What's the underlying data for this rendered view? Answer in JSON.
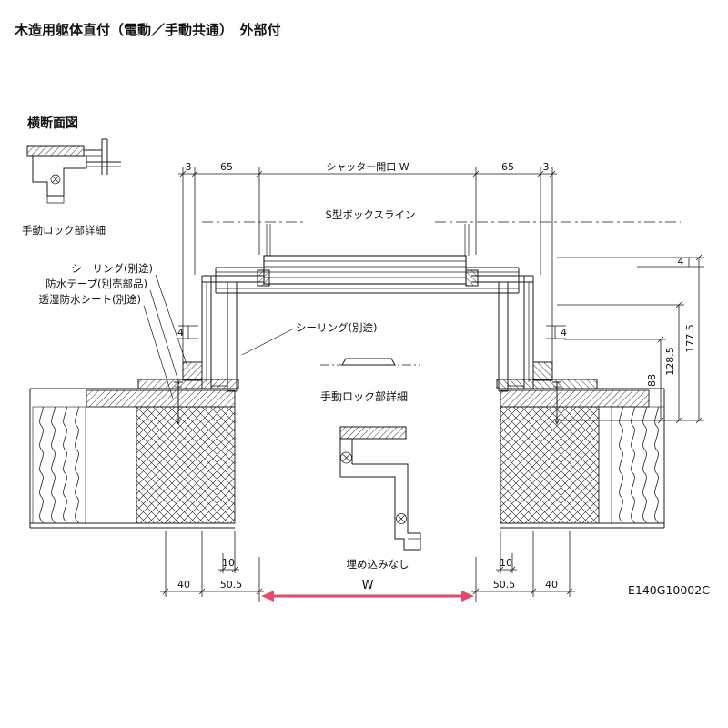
{
  "header": {
    "title": "木造用躯体直付（電動／手動共通）　外部付",
    "section": "横断面図"
  },
  "drawing": {
    "code": "E140G10002C",
    "labels": {
      "lock_detail": "手動ロック部詳細",
      "sealing": "シーリング(別途)",
      "tape": "防水テープ(別売部品)",
      "sheet": "透湿防水シート(別途)",
      "box_line": "S型ボックスライン",
      "no_embed": "埋め込みなし"
    },
    "dims": {
      "top_left_3": "3",
      "top_left_65": "65",
      "opening": "シャッター開口 W",
      "top_right_65": "65",
      "top_right_3": "3",
      "gap_4_left": "4",
      "gap_4_right": "4",
      "right_4_top": "4",
      "v_177": "177.5",
      "v_128": "128.5",
      "v_88": "88",
      "bottom_left_10": "10",
      "bottom_left_40": "40",
      "bottom_left_505": "50.5",
      "w": "W",
      "bottom_right_10": "10",
      "bottom_right_505": "50.5",
      "bottom_right_40": "40"
    },
    "colors": {
      "accent": "#e8486e",
      "ink": "#1a1a1a"
    }
  }
}
